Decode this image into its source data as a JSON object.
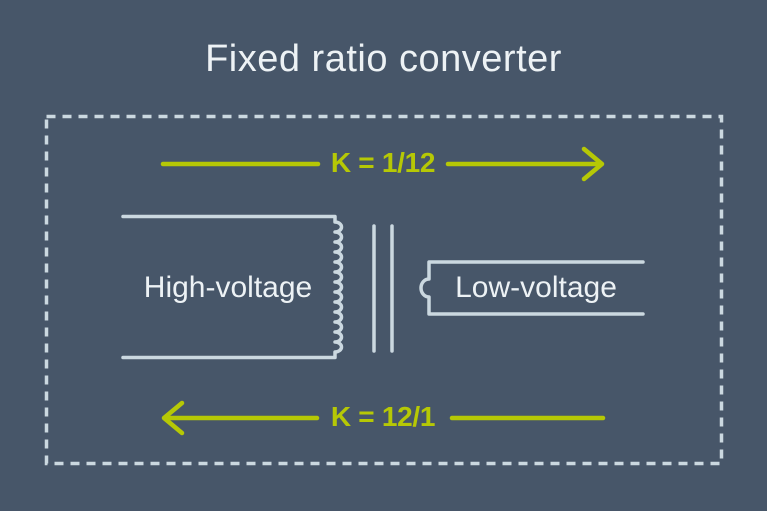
{
  "title": "Fixed ratio converter",
  "diagram": {
    "top_arrow": {
      "label": "K = 1/12",
      "direction": "right"
    },
    "bottom_arrow": {
      "label": "K = 12/1",
      "direction": "left"
    },
    "high_voltage_label": "High-voltage",
    "low_voltage_label": "Low-voltage"
  },
  "colors": {
    "background": "#475669",
    "line": "#CBD8E0",
    "text": "#EDF2F5",
    "accent": "#B6C805"
  }
}
